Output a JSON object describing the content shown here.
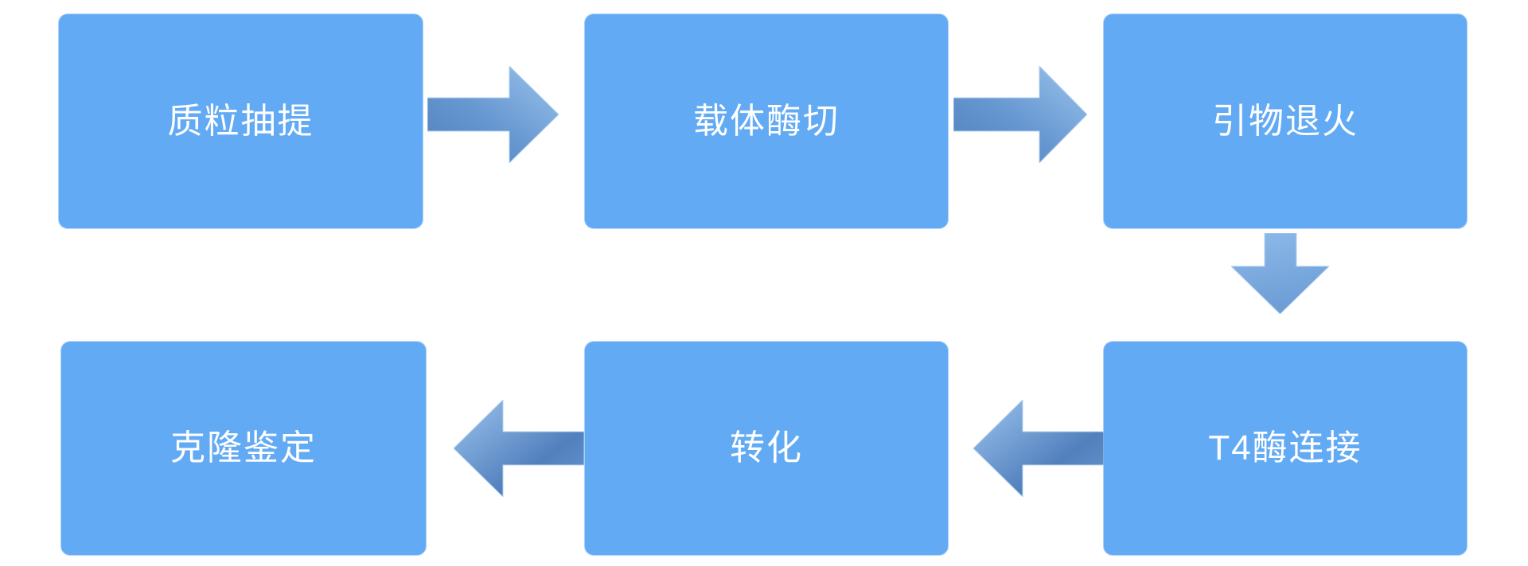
{
  "diagram": {
    "nodes": [
      {
        "id": "step-1",
        "label": "质粒抽提"
      },
      {
        "id": "step-2",
        "label": "载体酶切"
      },
      {
        "id": "step-3",
        "label": "引物退火"
      },
      {
        "id": "step-4",
        "label": "T4酶连接"
      },
      {
        "id": "step-5",
        "label": "转化"
      },
      {
        "id": "step-6",
        "label": "克隆鉴定"
      }
    ],
    "connections": [
      {
        "from": "质粒抽提",
        "to": "载体酶切",
        "direction": "right"
      },
      {
        "from": "载体酶切",
        "to": "引物退火",
        "direction": "right"
      },
      {
        "from": "引物退火",
        "to": "T4酶连接",
        "direction": "down"
      },
      {
        "from": "T4酶连接",
        "to": "转化",
        "direction": "left"
      },
      {
        "from": "转化",
        "to": "克隆鉴定",
        "direction": "left"
      }
    ],
    "colors": {
      "node_fill": "#63AAF4",
      "node_text": "#FFFFFF",
      "arrow_dark": "#5280BD",
      "arrow_mid": "#6697D0",
      "arrow_light": "#9CC4EE",
      "arrow_down_light": "#8FBAEA",
      "arrow_down_dark": "#6C9DD5",
      "background": "#FFFFFF"
    }
  }
}
